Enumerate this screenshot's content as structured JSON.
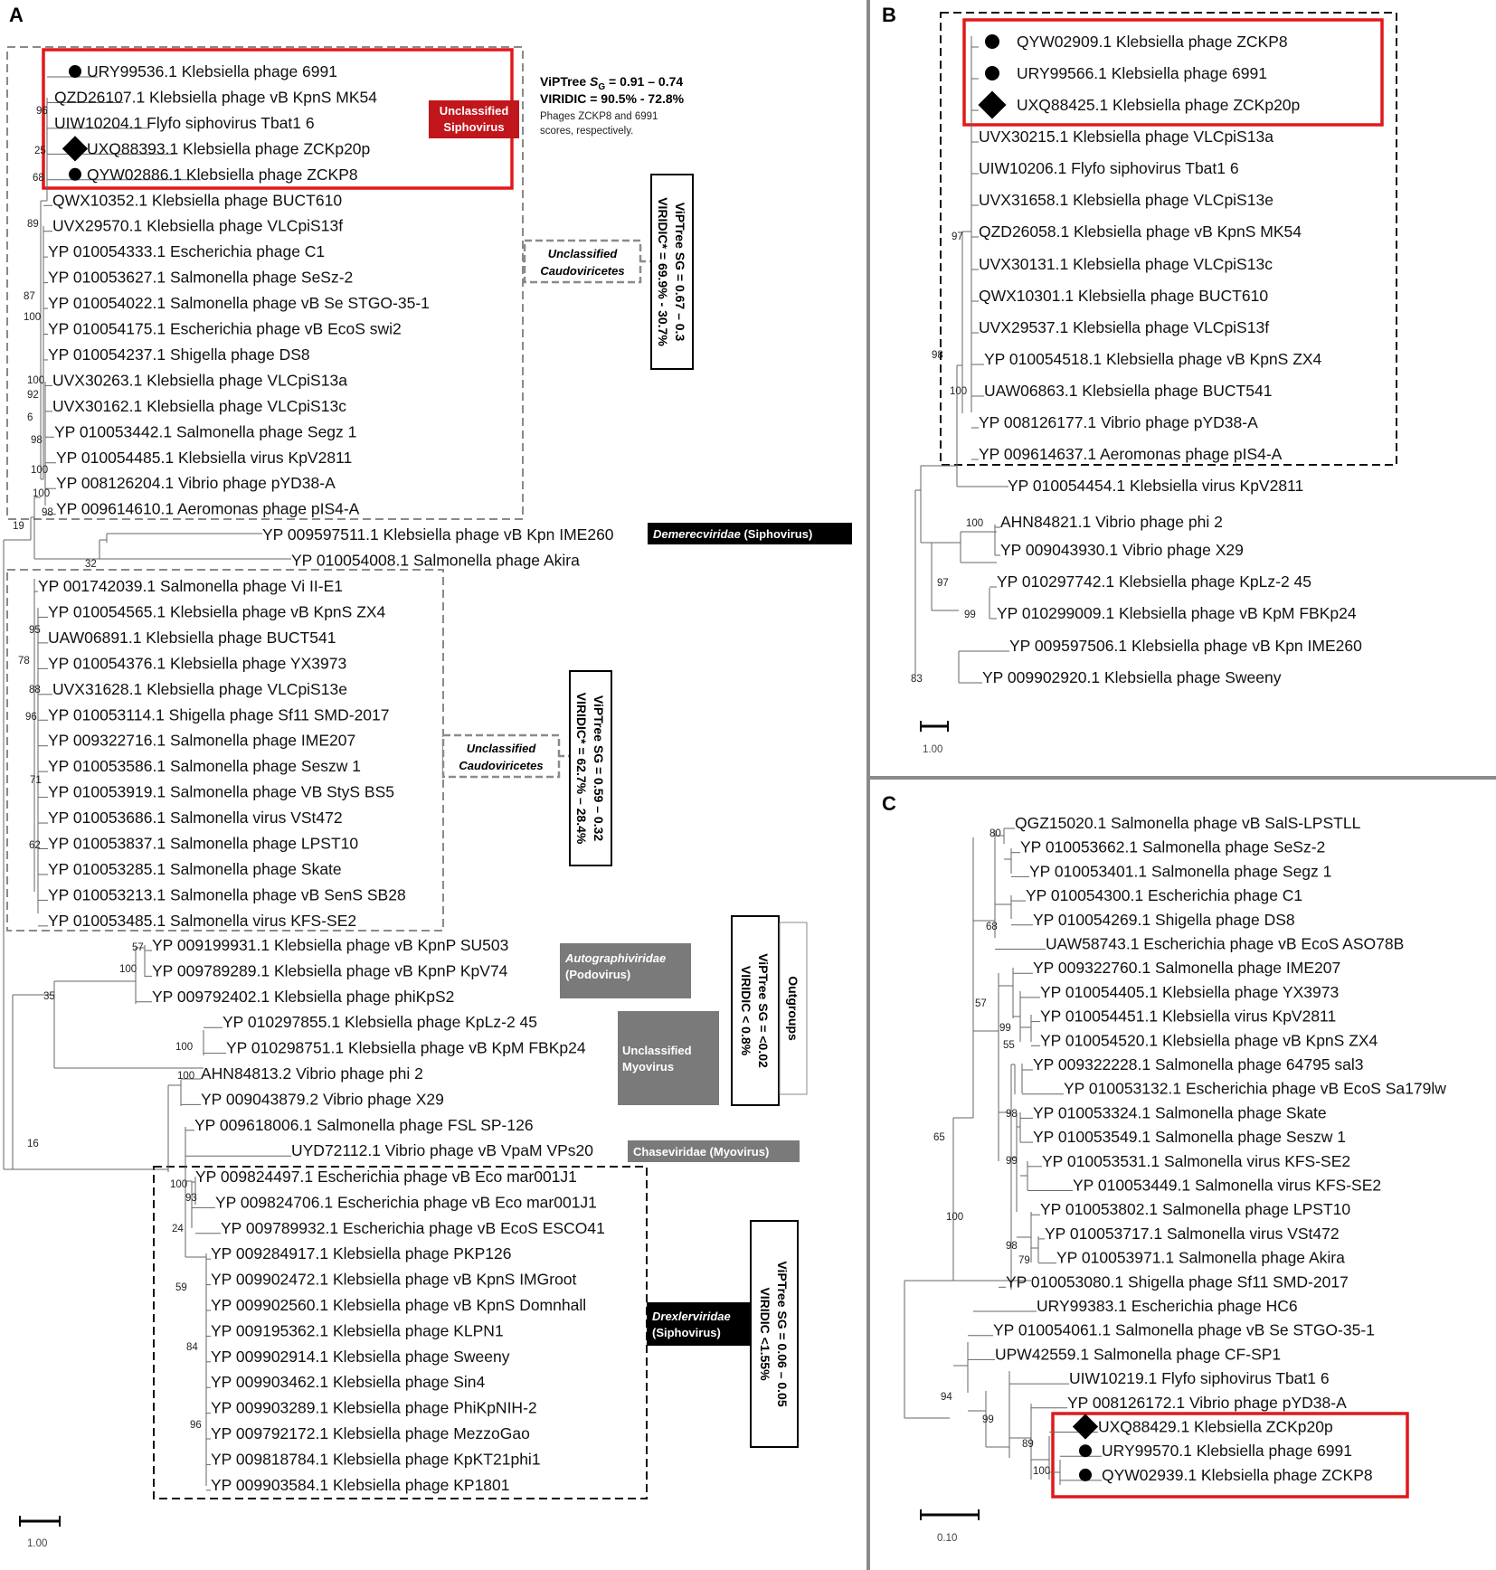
{
  "panels": {
    "a": "A",
    "b": "B",
    "c": "C"
  },
  "scale_bars": {
    "a": "1.00",
    "b": "1.00",
    "c": "0.10"
  },
  "panel_a": {
    "labels": [
      "URY99536.1 Klebsiella phage 6991",
      "QZD26107.1 Klebsiella phage vB KpnS MK54",
      "UIW10204.1 Flyfo siphovirus Tbat1 6",
      "UXQ88393.1 Klebsiella phage ZCKp20p",
      "QYW02886.1 Klebsiella phage ZCKP8",
      "QWX10352.1 Klebsiella phage BUCT610",
      "UVX29570.1 Klebsiella phage VLCpiS13f",
      "YP 010054333.1 Escherichia phage C1",
      "YP 010053627.1 Salmonella phage SeSz-2",
      "YP 010054022.1 Salmonella phage vB Se STGO-35-1",
      "YP 010054175.1 Escherichia phage vB EcoS swi2",
      "YP 010054237.1 Shigella phage DS8",
      "UVX30263.1 Klebsiella phage VLCpiS13a",
      "UVX30162.1 Klebsiella phage VLCpiS13c",
      "YP 010053442.1 Salmonella phage Segz 1",
      "YP 010054485.1 Klebsiella virus KpV2811",
      "YP 008126204.1 Vibrio phage pYD38-A",
      "YP 009614610.1 Aeromonas phage pIS4-A",
      "YP 009597511.1 Klebsiella phage vB Kpn IME260",
      "YP 010054008.1 Salmonella phage Akira",
      "YP 001742039.1 Salmonella phage Vi II-E1",
      "YP 010054565.1 Klebsiella phage vB KpnS ZX4",
      "UAW06891.1 Klebsiella phage BUCT541",
      "YP 010054376.1 Klebsiella phage YX3973",
      "UVX31628.1 Klebsiella phage VLCpiS13e",
      "YP 010053114.1 Shigella phage Sf11 SMD-2017",
      "YP 009322716.1 Salmonella phage IME207",
      "YP 010053586.1 Salmonella phage Seszw 1",
      "YP 010053919.1 Salmonella phage VB StyS BS5",
      "YP 010053686.1 Salmonella virus VSt472",
      "YP 010053837.1 Salmonella phage LPST10",
      "YP 010053285.1 Salmonella phage Skate",
      "YP 010053213.1 Salmonella phage vB SenS SB28",
      "YP 010053485.1 Salmonella virus KFS-SE2",
      "YP 009199931.1 Klebsiella phage vB KpnP SU503",
      "YP 009789289.1 Klebsiella phage vB KpnP KpV74",
      "YP 009792402.1 Klebsiella phage phiKpS2",
      "YP 010297855.1 Klebsiella phage KpLz-2 45",
      "YP 010298751.1 Klebsiella phage vB KpM FBKp24",
      "AHN84813.2 Vibrio phage phi 2",
      "YP 009043879.2 Vibrio phage X29",
      "YP 009618006.1 Salmonella phage FSL SP-126",
      "UYD72112.1 Vibrio phage vB VpaM VPs20",
      "YP 009824497.1 Escherichia phage vB Eco mar001J1",
      "YP 009824706.1 Escherichia phage vB Eco mar001J1",
      "YP 009789932.1 Escherichia phage vB EcoS ESCO41",
      "YP 009284917.1 Klebsiella phage PKP126",
      "YP 009902472.1 Klebsiella phage vB KpnS IMGroot",
      "YP 009902560.1 Klebsiella phage vB KpnS Domnhall",
      "YP 009195362.1 Klebsiella phage KLPN1",
      "YP 009902914.1 Klebsiella phage Sweeny",
      "YP 009903462.1 Klebsiella phage Sin4",
      "YP 009903289.1 Klebsiella phage PhiKpNIH-2",
      "YP 009792172.1 Klebsiella phage MezzoGao",
      "YP 009818784.1 Klebsiella phage KpKT21phi1",
      "YP 009903584.1 Klebsiella phage KP1801"
    ],
    "bootstraps": [
      "96",
      "25",
      "68",
      "89",
      "87",
      "100",
      "100",
      "92",
      "6",
      "98",
      "100",
      "100",
      "98",
      "19",
      "32",
      "95",
      "78",
      "88",
      "96",
      "71",
      "62",
      "57",
      "100",
      "35",
      "100",
      "100",
      "16",
      "100",
      "93",
      "24",
      "59",
      "84",
      "96"
    ],
    "ann_siphovirus": [
      "Unclassified",
      "Siphovirus"
    ],
    "ann_vip_title": "ViPTree ",
    "ann_vip_sub": "G",
    "ann_vip_val": " = 0.91 – 0.74",
    "ann_viridic": "VIRIDIC = 90.5% - 72.8%",
    "ann_note1": "Phages ZCKP8 and 6991",
    "ann_note2": "scores, respectively.",
    "ann_caudo": [
      "Unclassified",
      "Caudoviricetes"
    ],
    "vert1": [
      "ViPTree SG = 0.67 – 0.3",
      "VIRIDIC* = 69.9% - 30.7%"
    ],
    "vert2": [
      "ViPTree SG = 0.59 – 0.32",
      "VIRIDIC* = 62.7% – 28.4%"
    ],
    "vert3": [
      "ViPTree SG = <0.02",
      "VIRIDIC < 0.8%"
    ],
    "vert4": [
      "ViPTree SG = 0.06 – 0.05",
      "VIRIDIC <1.55%"
    ],
    "outgroups": "Outgroups",
    "demerec": "Demerecviridae",
    "demerec2": " (Siphovirus)",
    "autograph": [
      "Autographiviridae",
      "(Podovirus)"
    ],
    "myovirus": [
      "Unclassified",
      "Myovirus"
    ],
    "chase": "Chaseviridae (Myovirus)",
    "drexler": [
      "Drexlerviridae",
      "(Siphovirus)"
    ]
  },
  "panel_b": {
    "labels": [
      "QYW02909.1 Klebsiella phage ZCKP8",
      "URY99566.1 Klebsiella phage 6991",
      "UXQ88425.1 Klebsiella phage ZCKp20p",
      "UVX30215.1 Klebsiella phage VLCpiS13a",
      "UIW10206.1 Flyfo siphovirus Tbat1 6",
      "UVX31658.1 Klebsiella phage VLCpiS13e",
      "QZD26058.1 Klebsiella phage vB KpnS MK54",
      "UVX30131.1 Klebsiella phage VLCpiS13c",
      "QWX10301.1 Klebsiella phage BUCT610",
      "UVX29537.1 Klebsiella phage VLCpiS13f",
      "YP 010054518.1 Klebsiella phage vB KpnS ZX4",
      "UAW06863.1 Klebsiella phage BUCT541",
      "YP 008126177.1 Vibrio phage pYD38-A",
      "YP 009614637.1 Aeromonas phage pIS4-A",
      "YP 010054454.1 Klebsiella virus KpV2811",
      "AHN84821.1 Vibrio phage phi 2",
      "YP 009043930.1 Vibrio phage X29",
      "YP 010297742.1 Klebsiella phage KpLz-2 45",
      "YP 010299009.1 Klebsiella phage vB KpM FBKp24",
      "YP 009597506.1 Klebsiella phage vB Kpn IME260",
      "YP 009902920.1 Klebsiella phage Sweeny"
    ],
    "bootstraps": [
      "97",
      "98",
      "100",
      "100",
      "97",
      "99",
      "83"
    ]
  },
  "panel_c": {
    "labels": [
      "QGZ15020.1 Salmonella phage vB SalS-LPSTLL",
      "YP 010053662.1 Salmonella phage SeSz-2",
      "YP 010053401.1 Salmonella phage Segz 1",
      "YP 010054300.1 Escherichia phage C1",
      "YP 010054269.1 Shigella phage DS8",
      "UAW58743.1 Escherichia phage vB EcoS ASO78B",
      "YP 009322760.1 Salmonella phage IME207",
      "YP 010054405.1 Klebsiella phage YX3973",
      "YP 010054451.1 Klebsiella virus KpV2811",
      "YP 010054520.1 Klebsiella phage vB KpnS ZX4",
      "YP 009322228.1 Salmonella phage 64795 sal3",
      "YP 010053132.1 Escherichia phage vB EcoS Sa179lw",
      "YP 010053324.1 Salmonella phage Skate",
      "YP 010053549.1 Salmonella phage Seszw 1",
      "YP 010053531.1 Salmonella virus KFS-SE2",
      "YP 010053449.1 Salmonella virus KFS-SE2",
      "YP 010053802.1 Salmonella phage LPST10",
      "YP 010053717.1 Salmonella virus VSt472",
      "YP 010053971.1 Salmonella phage Akira",
      "YP 010053080.1 Shigella phage Sf11 SMD-2017",
      "URY99383.1 Escherichia phage HC6",
      "YP 010054061.1 Salmonella phage vB Se STGO-35-1",
      "UPW42559.1 Salmonella phage CF-SP1",
      "UIW10219.1 Flyfo siphovirus Tbat1 6",
      "YP 008126172.1 Vibrio phage pYD38-A",
      "UXQ88429.1 Klebsiella ZCKp20p",
      "URY99570.1 Klebsiella phage 6991",
      "QYW02939.1 Klebsiella phage ZCKP8"
    ],
    "bootstraps": [
      "80",
      "68",
      "57",
      "99",
      "55",
      "98",
      "99",
      "98",
      "79",
      "65",
      "100",
      "94",
      "99",
      "89",
      "100"
    ]
  }
}
